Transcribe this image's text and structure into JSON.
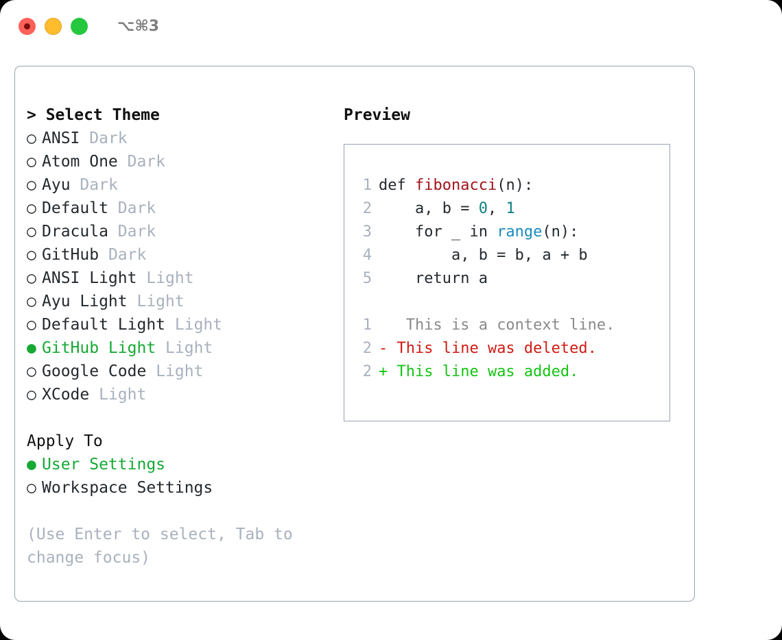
{
  "window": {
    "shortcut": "⌥⌘3",
    "traffic_lights": [
      {
        "name": "close",
        "color": "#ff6159"
      },
      {
        "name": "minimize",
        "color": "#ffbd2e"
      },
      {
        "name": "maximize",
        "color": "#25c73e"
      }
    ]
  },
  "theme_panel": {
    "heading": "> Select Theme",
    "heading_marker": ">",
    "heading_text": "Select Theme",
    "options": [
      {
        "bullet": "○",
        "name": "ANSI",
        "tag": "Dark",
        "selected": false
      },
      {
        "bullet": "○",
        "name": "Atom One",
        "tag": "Dark",
        "selected": false
      },
      {
        "bullet": "○",
        "name": "Ayu",
        "tag": "Dark",
        "selected": false
      },
      {
        "bullet": "○",
        "name": "Default",
        "tag": "Dark",
        "selected": false
      },
      {
        "bullet": "○",
        "name": "Dracula",
        "tag": "Dark",
        "selected": false
      },
      {
        "bullet": "○",
        "name": "GitHub",
        "tag": "Dark",
        "selected": false
      },
      {
        "bullet": "○",
        "name": "ANSI Light",
        "tag": "Light",
        "selected": false
      },
      {
        "bullet": "○",
        "name": "Ayu Light",
        "tag": "Light",
        "selected": false
      },
      {
        "bullet": "○",
        "name": "Default Light",
        "tag": "Light",
        "selected": false
      },
      {
        "bullet": "●",
        "name": "GitHub Light",
        "tag": "Light",
        "selected": true
      },
      {
        "bullet": "○",
        "name": "Google Code",
        "tag": "Light",
        "selected": false
      },
      {
        "bullet": "○",
        "name": "XCode",
        "tag": "Light",
        "selected": false
      }
    ]
  },
  "apply_to": {
    "heading": "Apply To",
    "options": [
      {
        "bullet": "●",
        "name": "User Settings",
        "selected": true
      },
      {
        "bullet": "○",
        "name": "Workspace Settings",
        "selected": false
      }
    ]
  },
  "hint": "(Use Enter to select, Tab to change focus)",
  "preview": {
    "label": "Preview",
    "code_lines": [
      {
        "number": "1",
        "tokens": [
          {
            "text": "def ",
            "kind": "plain"
          },
          {
            "text": "fibonacci",
            "kind": "func"
          },
          {
            "text": "(n):",
            "kind": "plain"
          }
        ]
      },
      {
        "number": "2",
        "tokens": [
          {
            "text": "    a, b = ",
            "kind": "plain"
          },
          {
            "text": "0",
            "kind": "num"
          },
          {
            "text": ", ",
            "kind": "plain"
          },
          {
            "text": "1",
            "kind": "num"
          }
        ]
      },
      {
        "number": "3",
        "tokens": [
          {
            "text": "    for _ in ",
            "kind": "plain"
          },
          {
            "text": "range",
            "kind": "builtin"
          },
          {
            "text": "(n):",
            "kind": "plain"
          }
        ]
      },
      {
        "number": "4",
        "tokens": [
          {
            "text": "        a, b = b, a + b",
            "kind": "plain"
          }
        ]
      },
      {
        "number": "5",
        "tokens": [
          {
            "text": "    return a",
            "kind": "plain"
          }
        ]
      }
    ],
    "diff_lines": [
      {
        "number": "1",
        "marker": " ",
        "text": "  This is a context line.",
        "kind": "context"
      },
      {
        "number": "2",
        "marker": "-",
        "text": " This line was deleted.",
        "kind": "deleted"
      },
      {
        "number": "2",
        "marker": "+",
        "text": " This line was added.",
        "kind": "added"
      }
    ]
  },
  "colors": {
    "accent_green": "#16a934",
    "muted": "#a8b1bd",
    "border": "#98a3b2",
    "text": "#24292e",
    "diff_add": "#14c414",
    "diff_del": "#d01b13",
    "diff_ctx": "#8a8a8a",
    "func": "#a3131b",
    "number": "#0f7f7f",
    "builtin": "#1a8bbd"
  }
}
